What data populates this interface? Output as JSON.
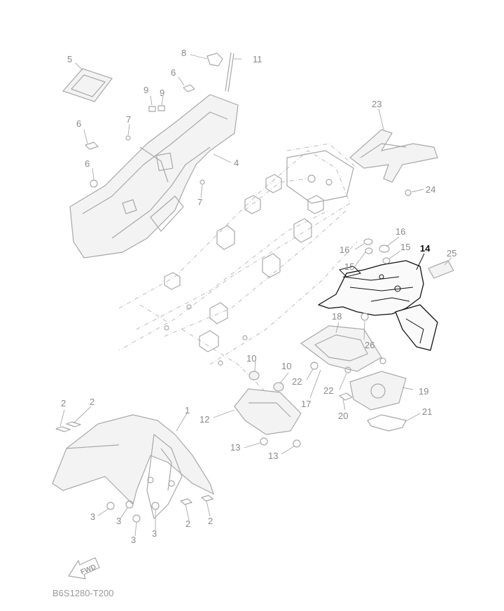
{
  "diagram": {
    "drawing_code": "B6S1280-T200",
    "direction_label": "FWD",
    "highlighted_part": "14",
    "callouts": [
      {
        "id": "c-5",
        "label": "5"
      },
      {
        "id": "c-8",
        "label": "8"
      },
      {
        "id": "c-11",
        "label": "11"
      },
      {
        "id": "c-6a",
        "label": "6"
      },
      {
        "id": "c-9a",
        "label": "9"
      },
      {
        "id": "c-9b",
        "label": "9"
      },
      {
        "id": "c-7a",
        "label": "7"
      },
      {
        "id": "c-6b",
        "label": "6"
      },
      {
        "id": "c-6c",
        "label": "6"
      },
      {
        "id": "c-4",
        "label": "4"
      },
      {
        "id": "c-7b",
        "label": "7"
      },
      {
        "id": "c-23",
        "label": "23"
      },
      {
        "id": "c-24",
        "label": "24"
      },
      {
        "id": "c-16a",
        "label": "16"
      },
      {
        "id": "c-16b",
        "label": "16"
      },
      {
        "id": "c-15a",
        "label": "15"
      },
      {
        "id": "c-15b",
        "label": "15"
      },
      {
        "id": "c-14",
        "label": "14"
      },
      {
        "id": "c-25",
        "label": "25"
      },
      {
        "id": "c-18",
        "label": "18"
      },
      {
        "id": "c-26",
        "label": "26"
      },
      {
        "id": "c-10a",
        "label": "10"
      },
      {
        "id": "c-10b",
        "label": "10"
      },
      {
        "id": "c-22a",
        "label": "22"
      },
      {
        "id": "c-22b",
        "label": "22"
      },
      {
        "id": "c-17",
        "label": "17"
      },
      {
        "id": "c-19",
        "label": "19"
      },
      {
        "id": "c-20",
        "label": "20"
      },
      {
        "id": "c-21",
        "label": "21"
      },
      {
        "id": "c-12",
        "label": "12"
      },
      {
        "id": "c-13a",
        "label": "13"
      },
      {
        "id": "c-13b",
        "label": "13"
      },
      {
        "id": "c-2a",
        "label": "2"
      },
      {
        "id": "c-2b",
        "label": "2"
      },
      {
        "id": "c-1",
        "label": "1"
      },
      {
        "id": "c-3a",
        "label": "3"
      },
      {
        "id": "c-3b",
        "label": "3"
      },
      {
        "id": "c-3c",
        "label": "3"
      },
      {
        "id": "c-3d",
        "label": "3"
      },
      {
        "id": "c-2c",
        "label": "2"
      },
      {
        "id": "c-2d",
        "label": "2"
      }
    ]
  }
}
